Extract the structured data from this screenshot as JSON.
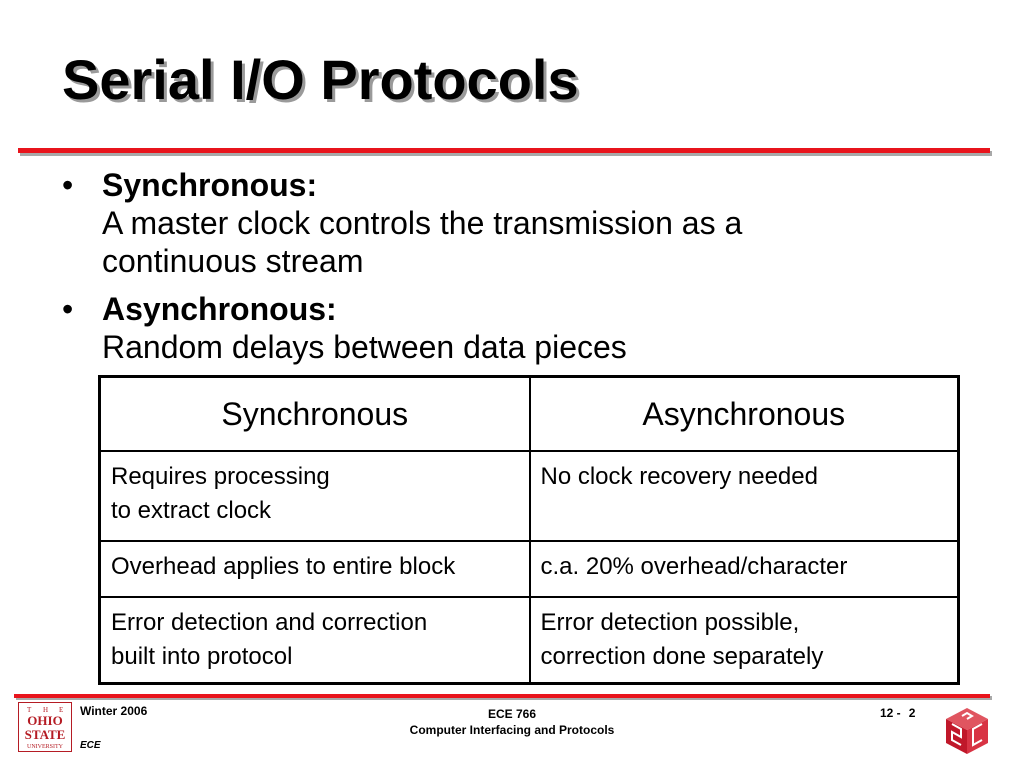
{
  "title": "Serial I/O Protocols",
  "bullets": [
    {
      "term": "Synchronous:",
      "desc_lines": [
        "A master clock controls the transmission as a",
        "continuous stream"
      ]
    },
    {
      "term": "Asynchronous:",
      "desc_lines": [
        "Random delays between data pieces"
      ]
    }
  ],
  "table": {
    "headers": [
      "Synchronous",
      "Asynchronous"
    ],
    "rows": [
      [
        [
          "Requires processing",
          "to extract clock"
        ],
        [
          "No clock recovery needed"
        ]
      ],
      [
        [
          "Overhead applies to entire block"
        ],
        [
          "c.a. 20% overhead/character"
        ]
      ],
      [
        [
          "Error detection and correction",
          "built into protocol"
        ],
        [
          "Error detection possible,",
          "correction done separately"
        ]
      ]
    ]
  },
  "footer": {
    "term": "Winter 2006",
    "dept": "ECE",
    "course": "ECE 766",
    "course_title": "Computer Interfacing and Protocols",
    "chapter": "12 -",
    "page": "2",
    "logo_letters": [
      "T",
      "H",
      "E"
    ],
    "logo_ohio": "OHIO",
    "logo_state": "STATE",
    "logo_university": "UNIVERSITY"
  },
  "colors": {
    "accent": "#e8141c",
    "logo_red": "#b51c24"
  },
  "icons": {
    "left_logo": "ohio-state-logo",
    "right_logo": "ece-cube-logo"
  }
}
